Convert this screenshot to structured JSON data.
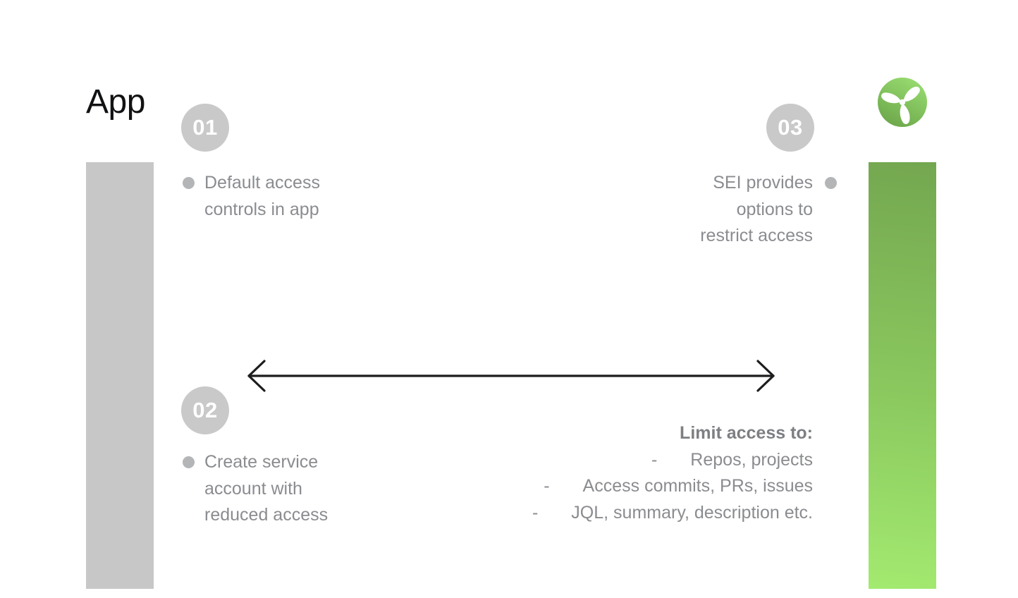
{
  "title": "App",
  "logo": {
    "icon": "propeller-logo"
  },
  "steps": [
    {
      "number": "01",
      "lines": [
        "Default access",
        "controls in app"
      ]
    },
    {
      "number": "02",
      "lines": [
        "Create service",
        "account with",
        "reduced access"
      ]
    },
    {
      "number": "03",
      "lines": [
        "SEI provides",
        "options to",
        "restrict access"
      ]
    }
  ],
  "limit": {
    "heading": "Limit access to:",
    "dash": "-",
    "items": [
      "Repos, projects",
      "Access commits, PRs, issues",
      "JQL, summary, description etc."
    ]
  },
  "colors": {
    "title_text": "#111214",
    "body_text_gray": "#8A8C90",
    "heading_bold_gray": "#7D7F83",
    "step_circle_gray": "#C9C9CA",
    "bullet_gray": "#B4B5B7",
    "left_bar_gray": "#C7C7C8",
    "green_gradient_top": "#74A750",
    "green_gradient_bottom": "#A3EA70",
    "logo_green_light": "#98DC70",
    "logo_green_dark": "#6CA64A",
    "arrow_black": "#1D1D1F"
  }
}
